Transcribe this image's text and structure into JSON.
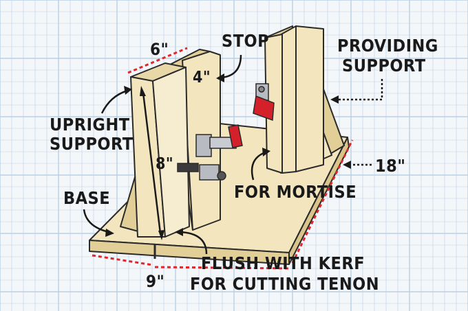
{
  "colors": {
    "grid_line": "#b9cfe4",
    "background": "#f4f7fa",
    "wood_face": "#f3e6bf",
    "wood_side": "#e2cf98",
    "outline": "#2a2a2a",
    "dimension_dash": "#e0262b",
    "clamp_metal": "#b8bcc2",
    "clamp_handle": "#d4202a"
  },
  "labels": {
    "six_inch": "6\"",
    "stop": "STOP",
    "four_inch": "4\"",
    "providing_support_line1": "PROVIDING",
    "providing_support_line2": "SUPPORT",
    "upright_support_line1": "UPRIGHT",
    "upright_support_line2": "SUPPORT",
    "eight_inch": "8\"",
    "eighteen_inch": "18\"",
    "for_mortise": "FOR MORTISE",
    "base": "BASE",
    "flush_line1": "FLUSH WITH KERF",
    "flush_line2": "FOR CUTTING TENON",
    "nine_inch": "9\""
  }
}
